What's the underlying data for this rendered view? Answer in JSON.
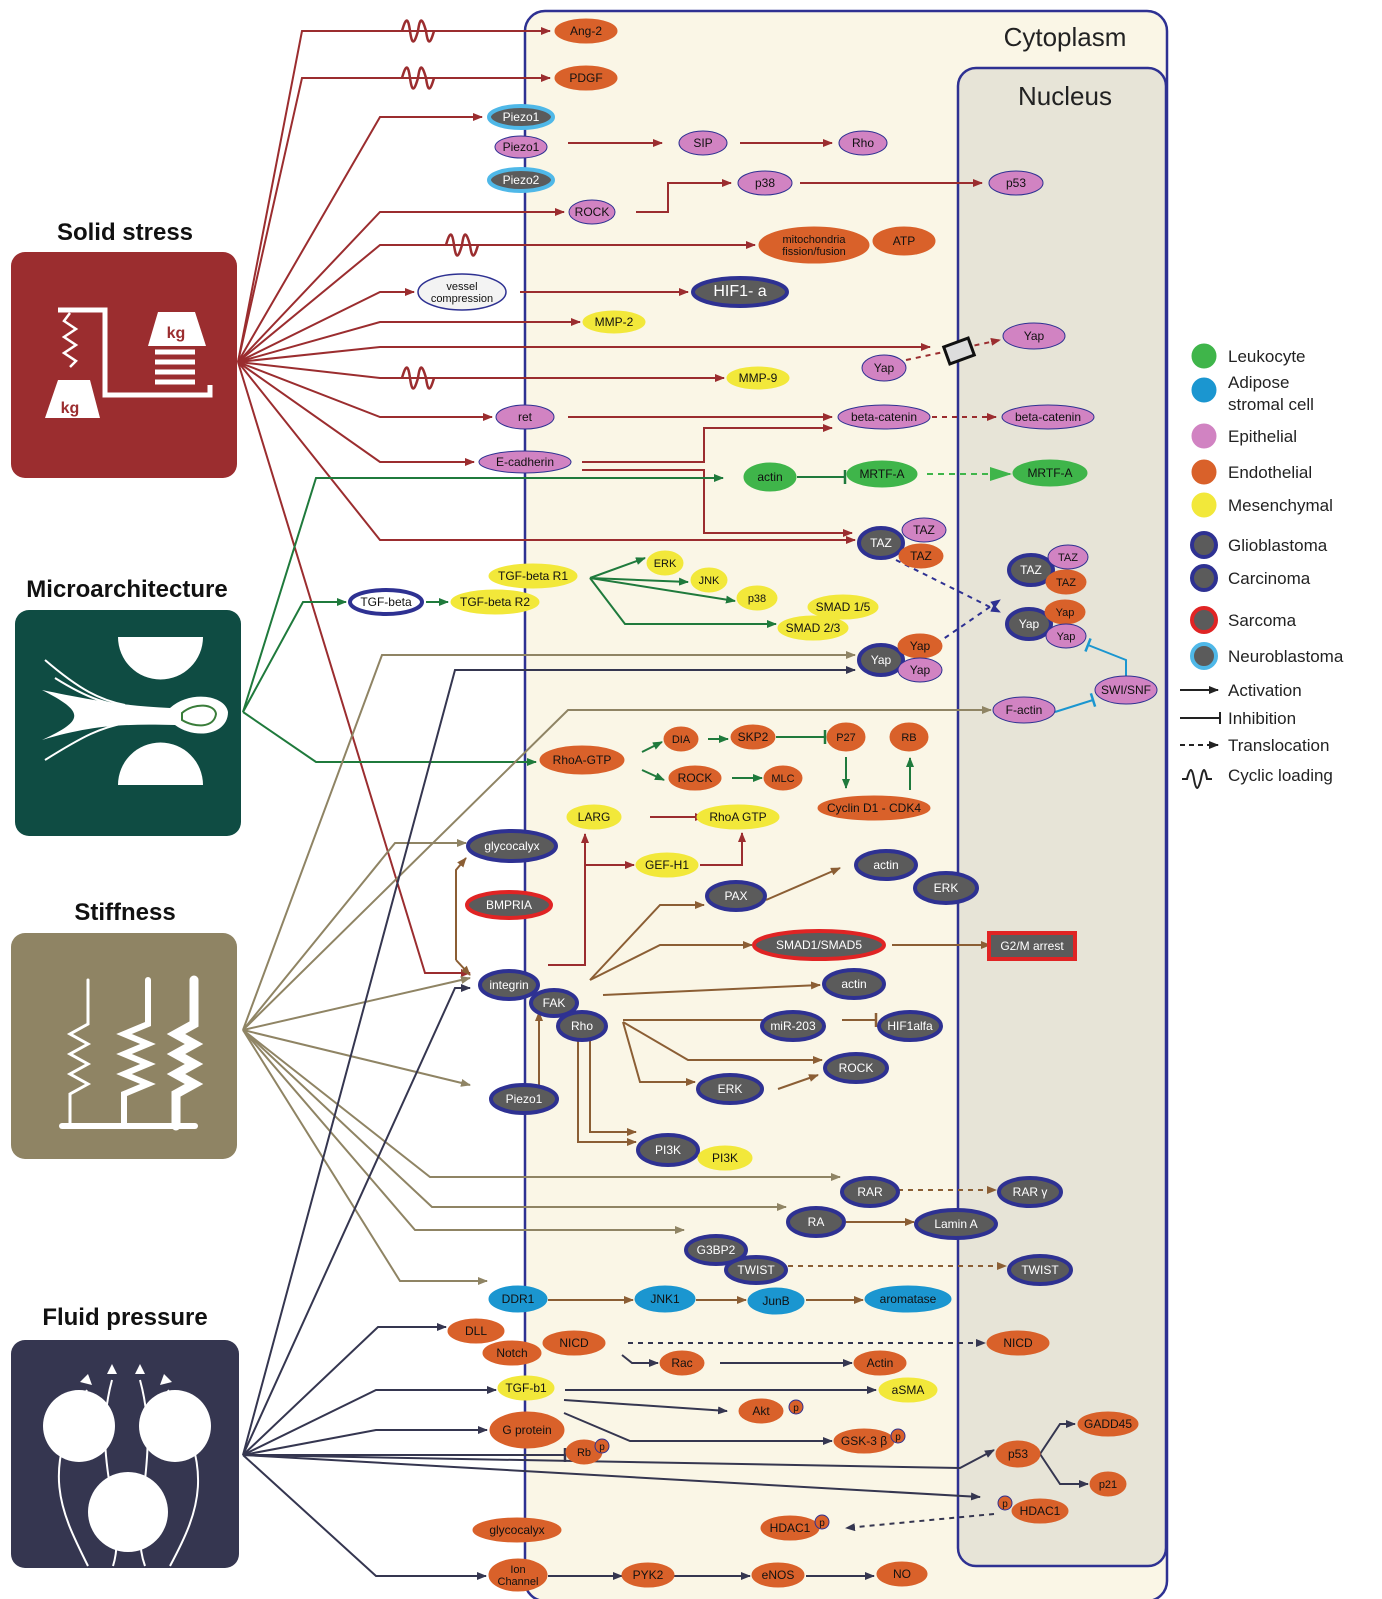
{
  "regions": {
    "cytoplasm": "Cytoplasm",
    "nucleus": "Nucleus"
  },
  "forces": {
    "solid_stress": "Solid stress",
    "microarchitecture": "Microarchitecture",
    "stiffness": "Stiffness",
    "fluid_pressure": "Fluid pressure",
    "weight_label": "kg"
  },
  "colors": {
    "solid": "#9b2d2f",
    "micro": "#0f4c43",
    "stiff": "#8f8464",
    "fluid": "#353650",
    "endothelial": "#d9612a",
    "epithelial": "#d183c2",
    "mesenchymal": "#f2e83a",
    "leukocyte": "#3fb54a",
    "adipose": "#1b96d0",
    "dark": "#5b5b5b",
    "carcinoma_border": "#2e3192",
    "sarcoma_border": "#e02424",
    "neuro_border": "#4fb8e8",
    "cytoplasm_bg": "#faf6e6",
    "nucleus_bg": "#e7e4d7",
    "membrane": "#2e3192"
  },
  "legend": {
    "cell_types": [
      {
        "label": "Leukocyte",
        "fill": "#3fb54a",
        "stroke": "#3fb54a"
      },
      {
        "label": "Adipose",
        "label2": "stromal cell",
        "fill": "#1b96d0",
        "stroke": "#1b96d0"
      },
      {
        "label": "Epithelial",
        "fill": "#d183c2",
        "stroke": "#d183c2"
      },
      {
        "label": "Endothelial",
        "fill": "#d9612a",
        "stroke": "#d9612a"
      },
      {
        "label": "Mesenchymal",
        "fill": "#f2e83a",
        "stroke": "#f2e83a"
      },
      {
        "label": "Glioblastoma",
        "fill": "#5b5b5b",
        "stroke": "#2e3192"
      },
      {
        "label": "Carcinoma",
        "fill": "#5b5b5b",
        "stroke": "#2e3192"
      },
      {
        "label": "Sarcoma",
        "fill": "#5b5b5b",
        "stroke": "#e02424"
      },
      {
        "label": "Neuroblastoma",
        "fill": "#5b5b5b",
        "stroke": "#4fb8e8"
      }
    ],
    "line_types": [
      {
        "label": "Activation",
        "kind": "activation"
      },
      {
        "label": "Inhibition",
        "kind": "inhibition"
      },
      {
        "label": "Translocation",
        "kind": "translocation"
      },
      {
        "label": "Cyclic loading",
        "kind": "cyclic"
      }
    ]
  },
  "nodes": [
    {
      "id": "ang2",
      "label": "Ang-2",
      "type": "endo"
    },
    {
      "id": "pdgf",
      "label": "PDGF",
      "type": "endo"
    },
    {
      "id": "piezo1n",
      "label": "Piezo1",
      "type": "neuro"
    },
    {
      "id": "piezo1e",
      "label": "Piezo1",
      "type": "epi"
    },
    {
      "id": "piezo2n",
      "label": "Piezo2",
      "type": "neuro"
    },
    {
      "id": "s1p",
      "label": "SIP",
      "type": "epi"
    },
    {
      "id": "rho1",
      "label": "Rho",
      "type": "epi"
    },
    {
      "id": "p38a",
      "label": "p38",
      "type": "epi"
    },
    {
      "id": "p53a",
      "label": "p53",
      "type": "epi"
    },
    {
      "id": "rock1",
      "label": "ROCK",
      "type": "epi"
    },
    {
      "id": "mito",
      "label": "mitochondria",
      "label2": "fission/fusion",
      "type": "endo"
    },
    {
      "id": "atp",
      "label": "ATP",
      "type": "endo"
    },
    {
      "id": "vessel",
      "label": "vessel",
      "label2": "compression",
      "type": "white"
    },
    {
      "id": "hif1",
      "label": "HIF1- a",
      "type": "carc"
    },
    {
      "id": "mmp2",
      "label": "MMP-2",
      "type": "mes"
    },
    {
      "id": "yapn1",
      "label": "Yap",
      "type": "epi"
    },
    {
      "id": "yapc1",
      "label": "Yap",
      "type": "epi"
    },
    {
      "id": "mmp9",
      "label": "MMP-9",
      "type": "mes"
    },
    {
      "id": "ret",
      "label": "ret",
      "type": "epi"
    },
    {
      "id": "bcat1",
      "label": "beta-catenin",
      "type": "epi"
    },
    {
      "id": "bcat2",
      "label": "beta-catenin",
      "type": "epi"
    },
    {
      "id": "ecad",
      "label": "E-cadherin",
      "type": "epi"
    },
    {
      "id": "actin1",
      "label": "actin",
      "type": "leuk"
    },
    {
      "id": "mrtf1",
      "label": "MRTF-A",
      "type": "leuk"
    },
    {
      "id": "mrtf2",
      "label": "MRTF-A",
      "type": "leuk"
    },
    {
      "id": "tazg",
      "label": "TAZ",
      "type": "carc"
    },
    {
      "id": "taze",
      "label": "TAZ",
      "type": "epi"
    },
    {
      "id": "tazo",
      "label": "TAZ",
      "type": "endo"
    },
    {
      "id": "tgfb",
      "label": "TGF-beta",
      "type": "whiteb"
    },
    {
      "id": "tgfr1",
      "label": "TGF-beta R1",
      "type": "mes"
    },
    {
      "id": "tgfr2",
      "label": "TGF-beta R2",
      "type": "mes"
    },
    {
      "id": "erk1",
      "label": "ERK",
      "type": "mes"
    },
    {
      "id": "jnk1",
      "label": "JNK",
      "type": "mes"
    },
    {
      "id": "p38b",
      "label": "p38",
      "type": "mes"
    },
    {
      "id": "smad15",
      "label": "SMAD 1/5",
      "type": "mes"
    },
    {
      "id": "smad23",
      "label": "SMAD 2/3",
      "type": "mes"
    },
    {
      "id": "ntazg",
      "label": "TAZ",
      "type": "carc"
    },
    {
      "id": "ntaze",
      "label": "TAZ",
      "type": "epi"
    },
    {
      "id": "ntazo",
      "label": "TAZ",
      "type": "endo"
    },
    {
      "id": "nyapg",
      "label": "Yap",
      "type": "carc"
    },
    {
      "id": "nyapo",
      "label": "Yap",
      "type": "endo"
    },
    {
      "id": "nyape",
      "label": "Yap",
      "type": "epi"
    },
    {
      "id": "yapg",
      "label": "Yap",
      "type": "carc"
    },
    {
      "id": "yapo",
      "label": "Yap",
      "type": "endo"
    },
    {
      "id": "yape",
      "label": "Yap",
      "type": "epi"
    },
    {
      "id": "swisnf",
      "label": "SWI/SNF",
      "type": "epi"
    },
    {
      "id": "factin",
      "label": "F-actin",
      "type": "epi"
    },
    {
      "id": "rhoagtp",
      "label": "RhoA-GTP",
      "type": "endo"
    },
    {
      "id": "dia",
      "label": "DIA",
      "type": "endo"
    },
    {
      "id": "skp2",
      "label": "SKP2",
      "type": "endo"
    },
    {
      "id": "p27",
      "label": "P27",
      "type": "endo"
    },
    {
      "id": "rb1",
      "label": "RB",
      "type": "endo"
    },
    {
      "id": "rock2",
      "label": "ROCK",
      "type": "endo"
    },
    {
      "id": "mlc",
      "label": "MLC",
      "type": "endo"
    },
    {
      "id": "cyclin",
      "label": "Cyclin D1 - CDK4",
      "type": "endo"
    },
    {
      "id": "larg",
      "label": "LARG",
      "type": "mes"
    },
    {
      "id": "rhoagtp2",
      "label": "RhoA GTP",
      "type": "mes"
    },
    {
      "id": "glyco1",
      "label": "glycocalyx",
      "type": "carc"
    },
    {
      "id": "gefh1",
      "label": "GEF-H1",
      "type": "mes"
    },
    {
      "id": "actin2",
      "label": "actin",
      "type": "carc"
    },
    {
      "id": "erk2",
      "label": "ERK",
      "type": "carc"
    },
    {
      "id": "bmpria",
      "label": "BMPRIA",
      "type": "sarc"
    },
    {
      "id": "pax",
      "label": "PAX",
      "type": "carc"
    },
    {
      "id": "smad1",
      "label": "SMAD1/SMAD5",
      "type": "sarc"
    },
    {
      "id": "g2m",
      "label": "G2/M arrest",
      "type": "box"
    },
    {
      "id": "integrin",
      "label": "integrin",
      "type": "carc"
    },
    {
      "id": "fak",
      "label": "FAK",
      "type": "carc"
    },
    {
      "id": "actin3",
      "label": "actin",
      "type": "carc"
    },
    {
      "id": "rho2",
      "label": "Rho",
      "type": "carc"
    },
    {
      "id": "mir203",
      "label": "miR-203",
      "type": "carc"
    },
    {
      "id": "hif1alfa",
      "label": "HIF1alfa",
      "type": "carc"
    },
    {
      "id": "rock3",
      "label": "ROCK",
      "type": "carc"
    },
    {
      "id": "erk3",
      "label": "ERK",
      "type": "carc"
    },
    {
      "id": "piezo1c",
      "label": "Piezo1",
      "type": "carc"
    },
    {
      "id": "pi3kg",
      "label": "PI3K",
      "type": "carc"
    },
    {
      "id": "pi3km",
      "label": "PI3K",
      "type": "mes"
    },
    {
      "id": "rar",
      "label": "RAR",
      "type": "carc"
    },
    {
      "id": "rarg",
      "label": "RAR γ",
      "type": "carc"
    },
    {
      "id": "ra",
      "label": "RA",
      "type": "carc"
    },
    {
      "id": "lamina",
      "label": "Lamin A",
      "type": "carc"
    },
    {
      "id": "g3bp2",
      "label": "G3BP2",
      "type": "carc"
    },
    {
      "id": "twist1",
      "label": "TWIST",
      "type": "carc"
    },
    {
      "id": "twist2",
      "label": "TWIST",
      "type": "carc"
    },
    {
      "id": "ddr1",
      "label": "DDR1",
      "type": "adip"
    },
    {
      "id": "jnk2",
      "label": "JNK1",
      "type": "adip"
    },
    {
      "id": "junb",
      "label": "JunB",
      "type": "adip"
    },
    {
      "id": "aromatase",
      "label": "aromatase",
      "type": "adip"
    },
    {
      "id": "dll",
      "label": "DLL",
      "type": "endo"
    },
    {
      "id": "notch",
      "label": "Notch",
      "type": "endo"
    },
    {
      "id": "nicd1",
      "label": "NICD",
      "type": "endo"
    },
    {
      "id": "nicd2",
      "label": "NICD",
      "type": "endo"
    },
    {
      "id": "rac",
      "label": "Rac",
      "type": "endo"
    },
    {
      "id": "actin4",
      "label": "Actin",
      "type": "endo"
    },
    {
      "id": "tgfb1",
      "label": "TGF-b1",
      "type": "mes"
    },
    {
      "id": "asma",
      "label": "aSMA",
      "type": "mes"
    },
    {
      "id": "gprot",
      "label": "G protein",
      "type": "endo"
    },
    {
      "id": "akt",
      "label": "Akt",
      "type": "endo",
      "p": "p"
    },
    {
      "id": "gsk3",
      "label": "GSK-3 β",
      "type": "endo",
      "p": "p"
    },
    {
      "id": "rb2",
      "label": "Rb",
      "type": "endo",
      "p": "p"
    },
    {
      "id": "p53b",
      "label": "p53",
      "type": "endo"
    },
    {
      "id": "gadd45",
      "label": "GADD45",
      "type": "endo"
    },
    {
      "id": "p21",
      "label": "p21",
      "type": "endo"
    },
    {
      "id": "hdac1n",
      "label": "HDAC1",
      "type": "endo",
      "p": "p"
    },
    {
      "id": "hdac1c",
      "label": "HDAC1",
      "type": "endo",
      "p": "p"
    },
    {
      "id": "glyco2",
      "label": "glycocalyx",
      "type": "endo"
    },
    {
      "id": "ionch",
      "label": "Ion",
      "label2": "Channel",
      "type": "endo"
    },
    {
      "id": "pyk2",
      "label": "PYK2",
      "type": "endo"
    },
    {
      "id": "enos",
      "label": "eNOS",
      "type": "endo"
    },
    {
      "id": "no",
      "label": "NO",
      "type": "endo"
    }
  ]
}
